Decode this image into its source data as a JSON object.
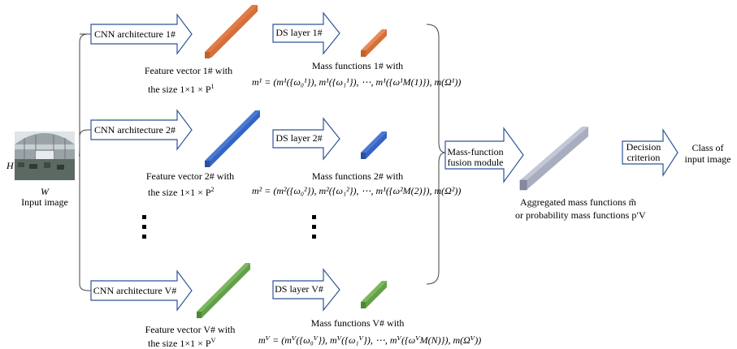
{
  "input": {
    "h_label": "H",
    "w_label": "W",
    "caption": "Input image"
  },
  "branches": [
    {
      "cnn_label": "CNN architecture 1#",
      "feature_line1": "Feature vector 1# with",
      "feature_line2": "the size 1×1 × P",
      "feature_sup": "1",
      "ds_label": "DS layer 1#",
      "mass_title": "Mass functions 1# with",
      "mass_formula": "m¹ = (m¹({ω₀¹}), m¹({ω₁¹}), ⋯, m¹({ω¹M(1)}), m(Ω¹))",
      "color": "#e07b45"
    },
    {
      "cnn_label": "CNN architecture 2#",
      "feature_line1": "Feature vector 2# with",
      "feature_line2": "the size 1×1 × P",
      "feature_sup": "2",
      "ds_label": "DS layer 2#",
      "mass_title": "Mass functions 2# with",
      "mass_formula": "m² = (m²({ω₀²}), m²({ω₁²}), ⋯, m¹({ω²M(2)}), m(Ω²))",
      "color": "#3565c4"
    },
    {
      "cnn_label": "CNN architecture V#",
      "feature_line1": "Feature vector V# with",
      "feature_line2": "the size 1×1 × P",
      "feature_sup": "V",
      "ds_label": "DS layer V#",
      "mass_title": "Mass functions V# with",
      "mass_formula": "mⱽ = (mⱽ({ω₀ⱽ}), mⱽ({ω₁ⱽ}), ⋯, mⱽ({ωⱽM(N)}), m(Ωⱽ))",
      "color": "#63a048"
    }
  ],
  "fusion": {
    "label_line1": "Mass-function",
    "label_line2": "fusion module",
    "color": "#a9adc0"
  },
  "aggregated": {
    "line1": "Aggregated mass functions m̃",
    "line2": "or probability mass functions p′V"
  },
  "decision": {
    "label_line1": "Decision",
    "label_line2": "criterion"
  },
  "output": {
    "line1": "Class of",
    "line2": "input image"
  },
  "colors": {
    "arrow_stroke": "#2e5597",
    "line": "#444444"
  }
}
